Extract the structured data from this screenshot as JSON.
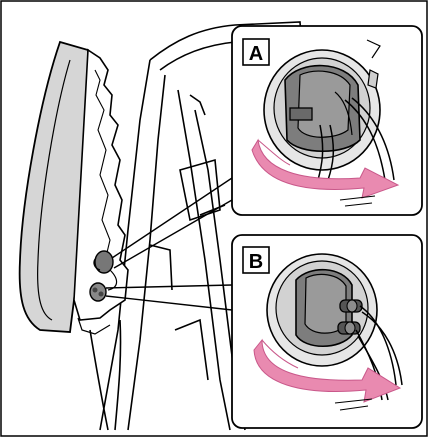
{
  "figure": {
    "panels": [
      {
        "id": "A",
        "label": "A"
      },
      {
        "id": "B",
        "label": "B"
      }
    ],
    "colors": {
      "arrow_pink": "#e98ab0",
      "arrow_pink_dark": "#c9588a",
      "socket_gray": "#7d7d7d",
      "socket_dark": "#4a4a4a",
      "socket_light": "#a9a9a9",
      "lens_gray": "#d9d9d9",
      "outline": "#000000"
    },
    "icons": [
      "rotate-arrow-icon",
      "rotate-arrow-icon"
    ]
  }
}
